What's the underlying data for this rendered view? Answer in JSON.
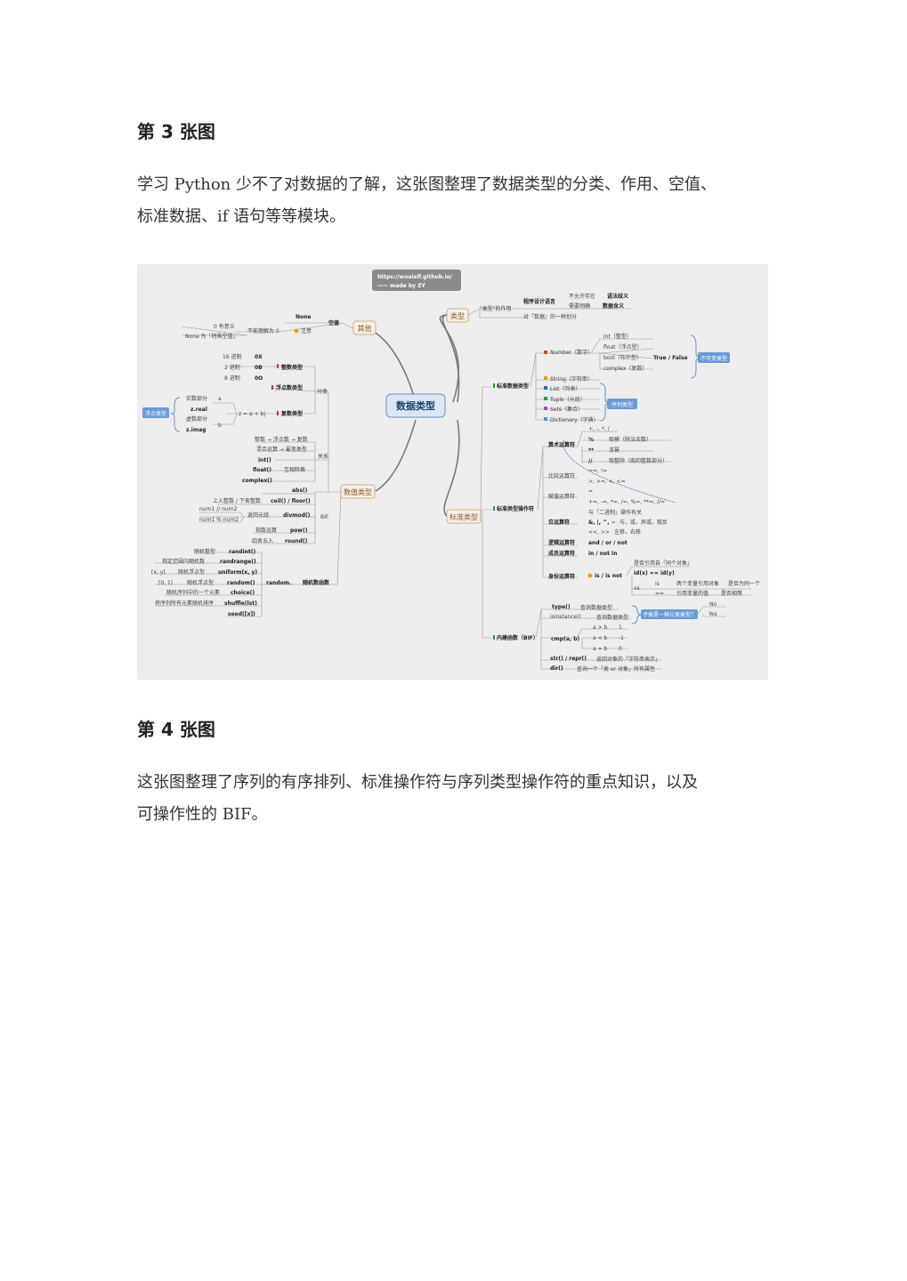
{
  "section3": {
    "heading": "第 3 张图",
    "para_line1": "学习 Python 少不了对数据的了解，这张图整理了数据类型的分类、作用、空值、",
    "para_line2": "标准数据、if 语句等等模块。"
  },
  "mindmap": {
    "url_line1": "https://woaielf.github.io/",
    "url_line2": "—— made by ZY",
    "center": "数据类型",
    "b_other": "其他",
    "b_type": "类型",
    "b_datatype": "数值类型",
    "b_standard": "标准类型",
    "other": {
      "null": "空值",
      "none": "None",
      "note": "注意",
      "not_0": "不能理解为 0",
      "meaningless": "0 有意义",
      "none_special": "None 为「特殊空值」"
    },
    "typef": {
      "label": "\"类型\"的作用",
      "lang": "程序设计语言",
      "no_exist": "不允许存在",
      "grammar": "语法歧义",
      "need_clear": "需要明确",
      "meaning": "数据含义",
      "divide": "对「数据」的一种划分"
    },
    "numeric": {
      "fenlei": "分类",
      "int_type": "整数类型",
      "hex": "16 进制",
      "hex_p": "0X",
      "bin": "2 进制",
      "bin_p": "0B",
      "oct": "8 进制",
      "oct_p": "0O",
      "float_type": "浮点数类型",
      "complex_type": "复数类型",
      "complex_form": "z = a + bj",
      "real_part": "实数部分",
      "a": "a",
      "zreal": "z.real",
      "imag_part": "虚数部分",
      "b": "b",
      "zimag": "z.imag",
      "float_label": "浮点类型",
      "guanxi": "关系",
      "rel1": "整数 → 浮点数 → 复数",
      "rel2": "混合运算 → 最宽类型",
      "int_fn": "int()",
      "float_fn": "float()",
      "convert": "互相转换",
      "complex_fn": "complex()",
      "bif": "BIF",
      "abs": "abs()",
      "ceil_floor": "ceil() / floor()",
      "ceil_desc": "上入整数 / 下舍整数",
      "divmod": "divmod()",
      "div1": "num1 // num2",
      "div2": "num1 % num2",
      "divmod_desc": "返回元组",
      "pow": "pow()",
      "pow_desc": "指数运算",
      "round": "round()",
      "round_desc": "四舍五入",
      "random_label": "random.",
      "random_fn": "随机数函数",
      "randint": "randint()",
      "randint_desc": "随机整型",
      "randrange": "randrange()",
      "randrange_desc": "指定范围内随机数",
      "uniform": "uniform(x, y)",
      "uniform_desc": "随机浮点型",
      "xy": "[x, y]",
      "random_r": "random()",
      "random_desc": "随机浮点型",
      "range01": "[0, 1)",
      "choice": "choice()",
      "choice_desc": "随机序列中的一个元素",
      "shuffle": "shuffle(lst)",
      "shuffle_desc": "将序列所有元素随机排序",
      "seed": "seed([x])"
    },
    "standard": {
      "std_types": "标准数据类型",
      "number": "Number（数字）",
      "int": "int（整型）",
      "float": "float（浮点型）",
      "bool": "bool（布尔型）",
      "tf": "True / False",
      "complex": "complex（复数）",
      "immutable": "不可变类型",
      "string": "String（字符串）",
      "list": "List（列表）",
      "tuple": "Tuple（元组）",
      "sets": "Sets（集合）",
      "dict": "Dictionary（字典）",
      "seq": "序列类型",
      "std_ops": "标准类型操作符",
      "arith": "算术运算符",
      "arith_ops": "+, -, *, /",
      "mod": "%",
      "mod_desc": "取模（除法余数）",
      "pw": "**",
      "pw_desc": "求幂",
      "fdiv": "//",
      "fdiv_desc": "取整除（商的整数部分）",
      "compare": "比较运算符",
      "cmp1": "==, !=",
      "cmp2": ">, >=, <, <=",
      "assign": "赋值运算符",
      "eq": "=",
      "aug": "+=, -=, *=, /=, %=, **=, //=",
      "bit": "位运算符",
      "bit_desc": "与「二进制」操作有关",
      "bit_ops": "&, |, ^, ~",
      "bit_ops_desc": "与，或，异或，取反",
      "shift": "<<, >>",
      "shift_desc": "左移，右移",
      "logic": "逻辑运算符",
      "logic_ops": "and / or / not",
      "member": "成员运算符",
      "member_ops": "in / not in",
      "identity": "身份运算符",
      "is_not": "is / is not",
      "is_desc": "是否引用自「同个对象」",
      "id_eq": "id(x) == id(y)",
      "vs": "vs",
      "is": "is",
      "is_desc2": "两个变量引用对象",
      "same": "是否为同一个",
      "eqeq": "==",
      "eq_desc": "引用变量的值",
      "eq_same": "是否相等",
      "bif_label": "内建函数（BIF）",
      "type_fn": "type()",
      "type_desc": "查询数据类型",
      "isinstance": "isinstance()",
      "isinst_desc": "查询数据类型",
      "sub_compare": "子类是一种父类类型？",
      "no": "No",
      "yes": "Yes",
      "cmp": "cmp(a, b)",
      "agtb": "a > b",
      "one": "1",
      "altb": "a < b",
      "neg1": "-1",
      "aeqb": "a = b",
      "zero": "0",
      "str_repr": "str() / repr()",
      "str_desc": "返回对象的「字符串表示」",
      "dir": "dir()",
      "dir_desc": "查询一个「类 or 对象」所有属性"
    }
  },
  "section4": {
    "heading": "第 4 张图",
    "para_line1": "这张图整理了序列的有序排列、标准操作符与序列类型操作符的重点知识，以及",
    "para_line2": "可操作性的 BIF。"
  }
}
